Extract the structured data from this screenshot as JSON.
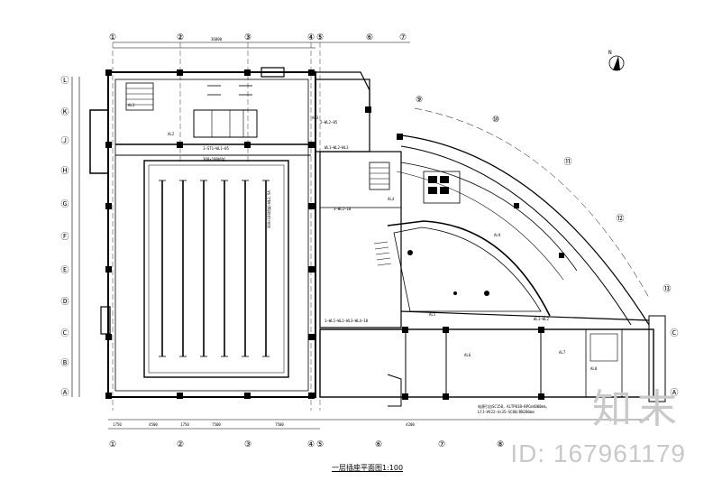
{
  "drawing": {
    "title": "一层插座平面图1:100",
    "north_label": "N"
  },
  "grid_axes": {
    "top_bottom": [
      "①",
      "②",
      "③",
      "④",
      "⑤",
      "⑥",
      "⑦",
      "⑧"
    ],
    "left": [
      "Ⓛ",
      "Ⓚ",
      "Ⓙ",
      "Ⓗ",
      "Ⓖ",
      "Ⓕ",
      "Ⓔ",
      "Ⓓ",
      "Ⓒ",
      "Ⓑ",
      "Ⓐ"
    ],
    "arc": [
      "⑨",
      "⑩",
      "⑪",
      "⑫",
      "⑬"
    ]
  },
  "dimensions": {
    "top_total": "36800",
    "bottom": [
      "1750",
      "4500",
      "1750",
      "7500",
      "7500",
      "4200"
    ]
  },
  "annotations": {
    "circuit_1": "1—ST1—WL1—05",
    "circuit_2": "2—WL2—05",
    "circuit_3": "300×100桥架",
    "circuit_4": "3—WL2—10",
    "circuit_5": "WL1—WL2—WL3",
    "circuit_6": "1—WL1—WL2—WL3—WL4—10",
    "circuit_7": "300×100桥架—WL2.5A",
    "circuit_8": "WL1—WL2",
    "note_1": "电源引自SC150，ALTP01B—BPCm4000mm,",
    "note_2": "LFJ—VV22—4×35—SC80/DN200mm"
  },
  "panels": [
    "AL1",
    "AL2",
    "AL3",
    "AL4",
    "AL5",
    "AL6",
    "AL7",
    "AL8",
    "AL9"
  ],
  "watermark": {
    "logo": "知末",
    "id": "ID: 167961179"
  }
}
